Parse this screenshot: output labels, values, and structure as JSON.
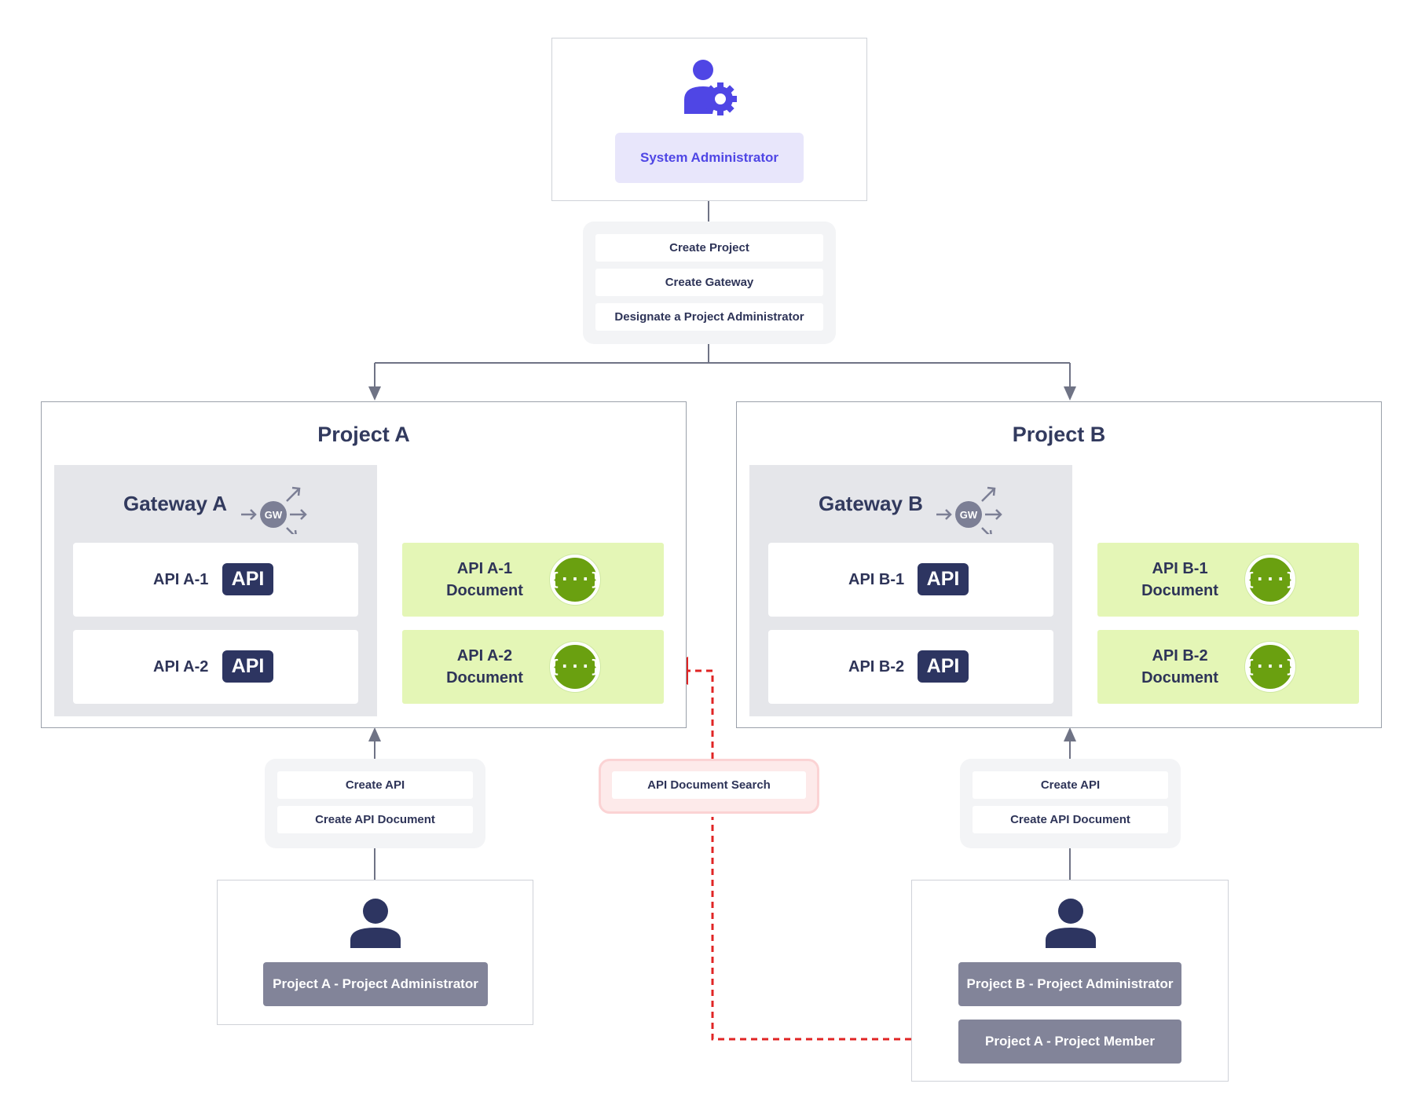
{
  "system_admin": {
    "label": "System Administrator"
  },
  "sys_actions": [
    "Create Project",
    "Create Gateway",
    "Designate a Project Administrator"
  ],
  "project_a": {
    "title": "Project A",
    "gateway": {
      "title": "Gateway A",
      "icon_text": "GW"
    },
    "apis": [
      {
        "label": "API A-1",
        "badge": "API"
      },
      {
        "label": "API A-2",
        "badge": "API"
      }
    ],
    "docs": [
      {
        "line1": "API A-1",
        "line2": "Document",
        "icon_text": "{···}"
      },
      {
        "line1": "API A-2",
        "line2": "Document",
        "icon_text": "{···}"
      }
    ],
    "actions": [
      "Create API",
      "Create API Document"
    ],
    "admin_role": "Project A - Project Administrator"
  },
  "project_b": {
    "title": "Project B",
    "gateway": {
      "title": "Gateway B",
      "icon_text": "GW"
    },
    "apis": [
      {
        "label": "API B-1",
        "badge": "API"
      },
      {
        "label": "API B-2",
        "badge": "API"
      }
    ],
    "docs": [
      {
        "line1": "API B-1",
        "line2": "Document",
        "icon_text": "{···}"
      },
      {
        "line1": "API B-2",
        "line2": "Document",
        "icon_text": "{···}"
      }
    ],
    "actions": [
      "Create API",
      "Create API Document"
    ],
    "admin_role": "Project B - Project Administrator",
    "member_role": "Project A - Project Member"
  },
  "search_action": "API Document Search",
  "colors": {
    "accent": "#4f46e5",
    "api_badge": "#2d3561",
    "doc_bg": "#e4f6b6",
    "doc_icon": "#6aa010",
    "role_bg": "#828499",
    "search_line": "#e02424"
  }
}
